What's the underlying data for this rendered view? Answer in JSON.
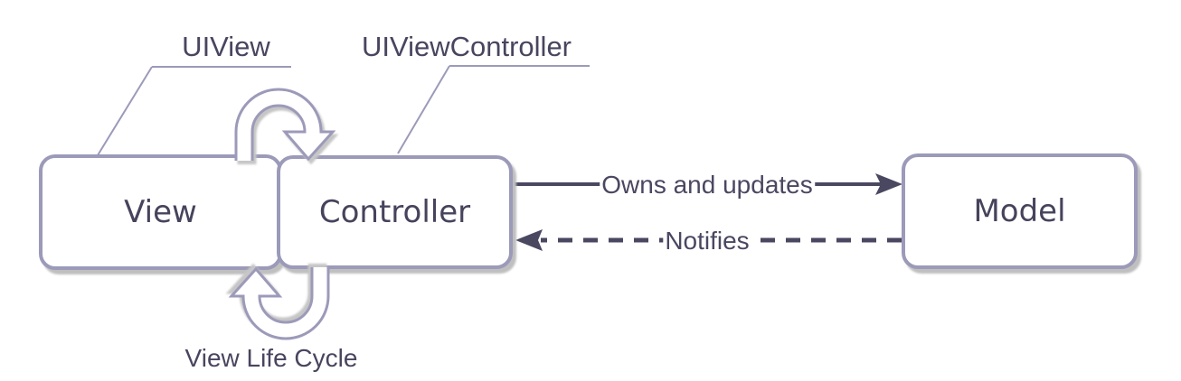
{
  "diagram": {
    "type": "mvc-architecture",
    "callouts": {
      "uiview": {
        "label": "UIView"
      },
      "uiviewcontroller": {
        "label": "UIViewController"
      }
    },
    "boxes": {
      "view": {
        "label": "View"
      },
      "controller": {
        "label": "Controller"
      },
      "model": {
        "label": "Model"
      }
    },
    "arrows": {
      "owns": {
        "label": "Owns and updates",
        "style": "solid",
        "from": "Controller",
        "to": "Model"
      },
      "notifies": {
        "label": "Notifies",
        "style": "dashed",
        "from": "Model",
        "to": "Controller"
      }
    },
    "lifecycle": {
      "label": "View Life Cycle"
    },
    "colors": {
      "box_border": "#9c9ab9",
      "box_fill": "#ffffff",
      "label_text": "#48455f",
      "arrow_dark": "#4a4761",
      "callout_line": "#9c9ab9",
      "shadow": "#bfbfbf",
      "background": "#ffffff"
    }
  }
}
